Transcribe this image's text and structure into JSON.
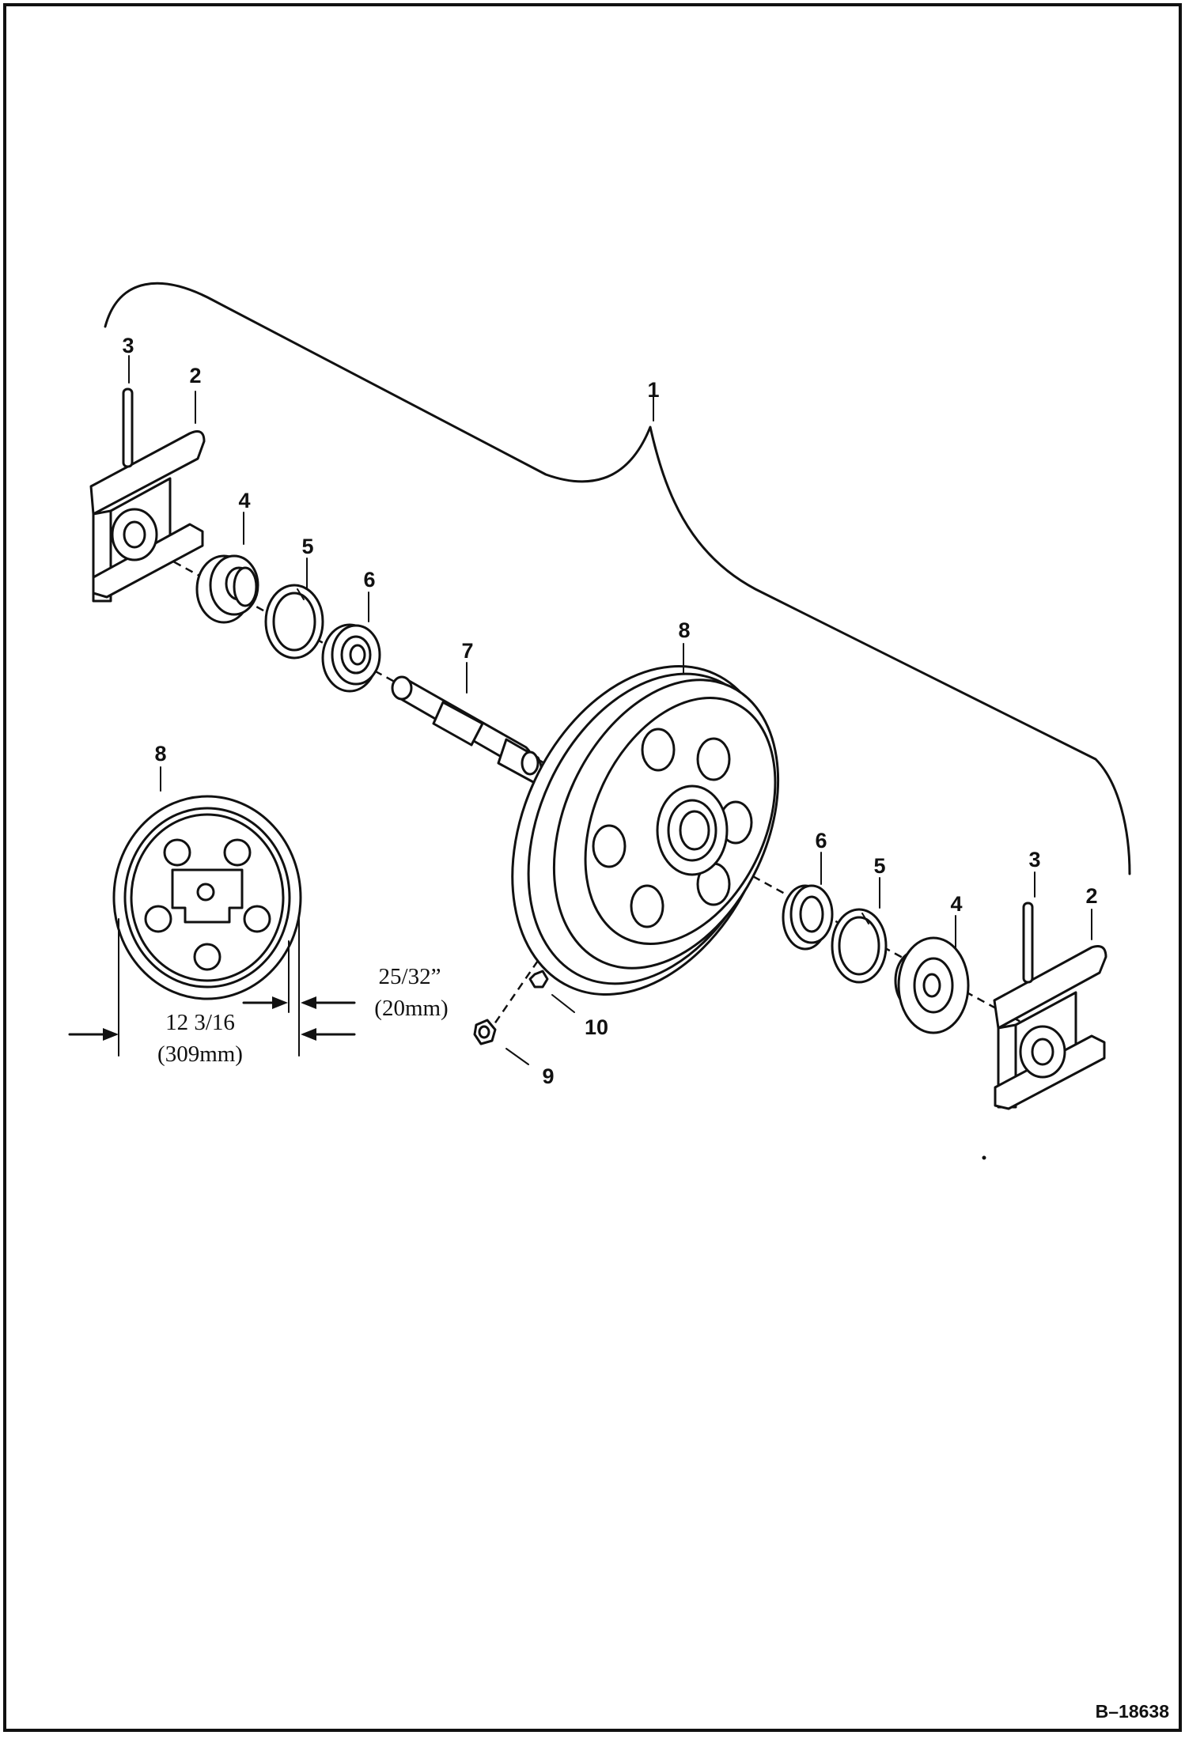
{
  "callouts": {
    "assembly": "1",
    "end_bracket": "2",
    "pin": "3",
    "seal": "4",
    "snap_ring": "5",
    "bearing": "6",
    "shaft": "7",
    "idler_wheel": "8",
    "nut": "9",
    "washer": "10"
  },
  "dimensions": {
    "overall_width": "12 3/16",
    "overall_width_metric": "(309mm)",
    "flange_width": "25/32”",
    "flange_width_metric": "(20mm)"
  },
  "figure_id": "B–18638"
}
